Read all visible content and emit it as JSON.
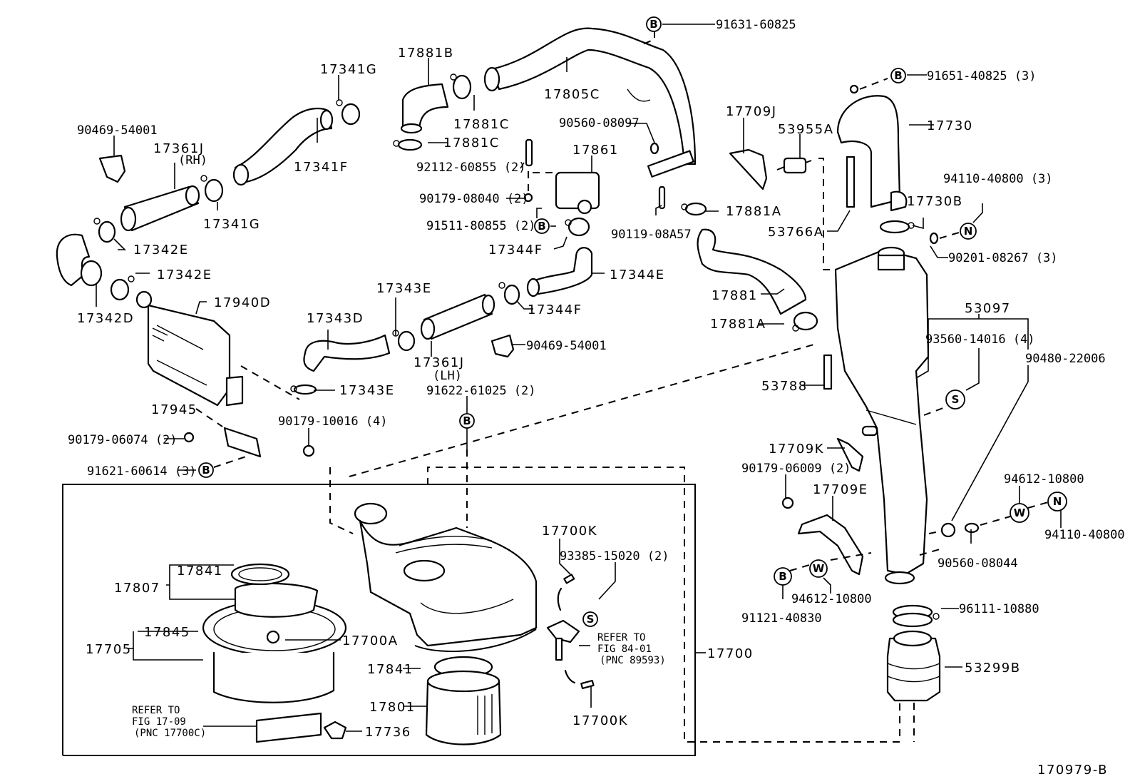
{
  "diagram": {
    "title": "Air Intake / Air Cleaner Parts Diagram",
    "figure_id": "170979-B",
    "parts": {
      "p17881B": "17881B",
      "p17805C": "17805C",
      "p91631": "91631-60825",
      "p17341G_top": "17341G",
      "p17881C_a": "17881C",
      "p17881C_b": "17881C",
      "p90560_08097": "90560-08097",
      "p90469_a": "90469-54001",
      "p17361J_rh": "17361J",
      "rh": "(RH)",
      "p17341F": "17341F",
      "p92112": "92112-60855 (2)",
      "p17861": "17861",
      "p17709J": "17709J",
      "p53955A": "53955A",
      "p91651": "91651-40825 (3)",
      "p17730": "17730",
      "p90179_08040": "90179-08040 (2)",
      "p17341G_mid": "17341G",
      "p91511": "91511-80855 (2)",
      "p17881A_a": "17881A",
      "p90119": "90119-08A57",
      "p17730B": "17730B",
      "p94110_a": "94110-40800 (3)",
      "p53766A": "53766A",
      "p17342E_a": "17342E",
      "p17344F_a": "17344F",
      "p90201": "90201-08267 (3)",
      "p17342E_b": "17342E",
      "p17344E": "17344E",
      "p17881": "17881",
      "p17342D": "17342D",
      "p17940D": "17940D",
      "p17343E_a": "17343E",
      "p17344F_b": "17344F",
      "p53097": "53097",
      "p17343D": "17343D",
      "p17881A_b": "17881A",
      "p93560": "93560-14016 (4)",
      "p90480": "90480-22006",
      "p90469_b": "90469-54001",
      "p17361J_lh": "17361J",
      "lh": "(LH)",
      "p53788": "53788",
      "p17343E_b": "17343E",
      "p91622": "91622-61025 (2)",
      "p17945": "17945",
      "p90179_10016": "90179-10016 (4)",
      "p90179_06074": "90179-06074 (2)",
      "p17709K": "17709K",
      "p91621": "91621-60614 (3)",
      "p90179_06009": "90179-06009 (2)",
      "p17709E": "17709E",
      "p94612_a": "94612-10800",
      "p94110_b": "94110-40800",
      "p17700K_a": "17700K",
      "p93385": "93385-15020 (2)",
      "p17841_a": "17841",
      "p17807": "17807",
      "p90560_08044": "90560-08044",
      "p91121": "91121-40830",
      "p94612_b": "94612-10800",
      "p96111": "96111-10880",
      "p17845": "17845",
      "p17705": "17705",
      "p17700A": "17700A",
      "p17700": "17700",
      "p17841_b": "17841",
      "p53299B": "53299B",
      "p17801": "17801",
      "p17736": "17736",
      "p17700K_b": "17700K"
    },
    "notes": {
      "refer_a_1": "REFER TO",
      "refer_a_2": "FIG 84-01",
      "refer_a_3": "(PNC 89593)",
      "refer_b_1": "REFER TO",
      "refer_b_2": "FIG 17-09",
      "refer_b_3": "(PNC 17700C)"
    },
    "symbols": {
      "bolt": "B",
      "nut": "N",
      "washer": "W",
      "screw": "S"
    }
  }
}
